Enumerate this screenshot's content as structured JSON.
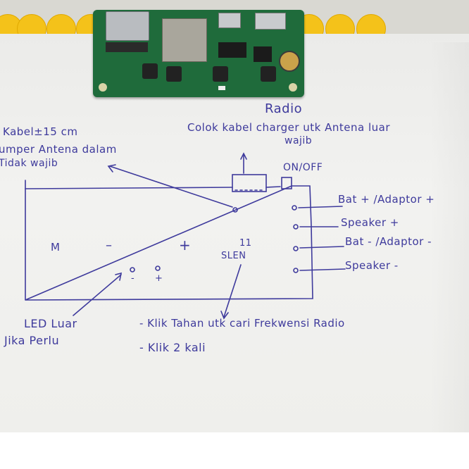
{
  "sheet": {
    "title": "Radio",
    "antenna_note_1": "Colok kabel charger utk Antena luar",
    "antenna_note_2": "wajib",
    "cable_note": "Kabel±15 cm",
    "jumper_note_1": "umper Antena dalam",
    "jumper_note_2": "Tidak wajib",
    "switch_label": "ON/OFF",
    "bat_plus": "Bat + /Adaptor +",
    "speaker_plus": "Speaker +",
    "bat_minus": "Bat - /Adaptor -",
    "speaker_minus": "Speaker -",
    "btn_m": "M",
    "btn_minus": "–",
    "btn_plus": "+",
    "btn_slen_mark": "11",
    "btn_slen": "SLEN",
    "led_minus": "-",
    "led_plus": "+",
    "led_note_1": "LED Luar",
    "led_note_2": "Jika Perlu",
    "instr_1": "- Klik Tahan utk cari Frekwensi Radio",
    "instr_2": "- Klik 2 kali"
  },
  "colors": {
    "ink": "#3e3a9c",
    "pcb": "#1f6b3b",
    "sticker": "#f4c21a",
    "paper": "#efefec"
  }
}
